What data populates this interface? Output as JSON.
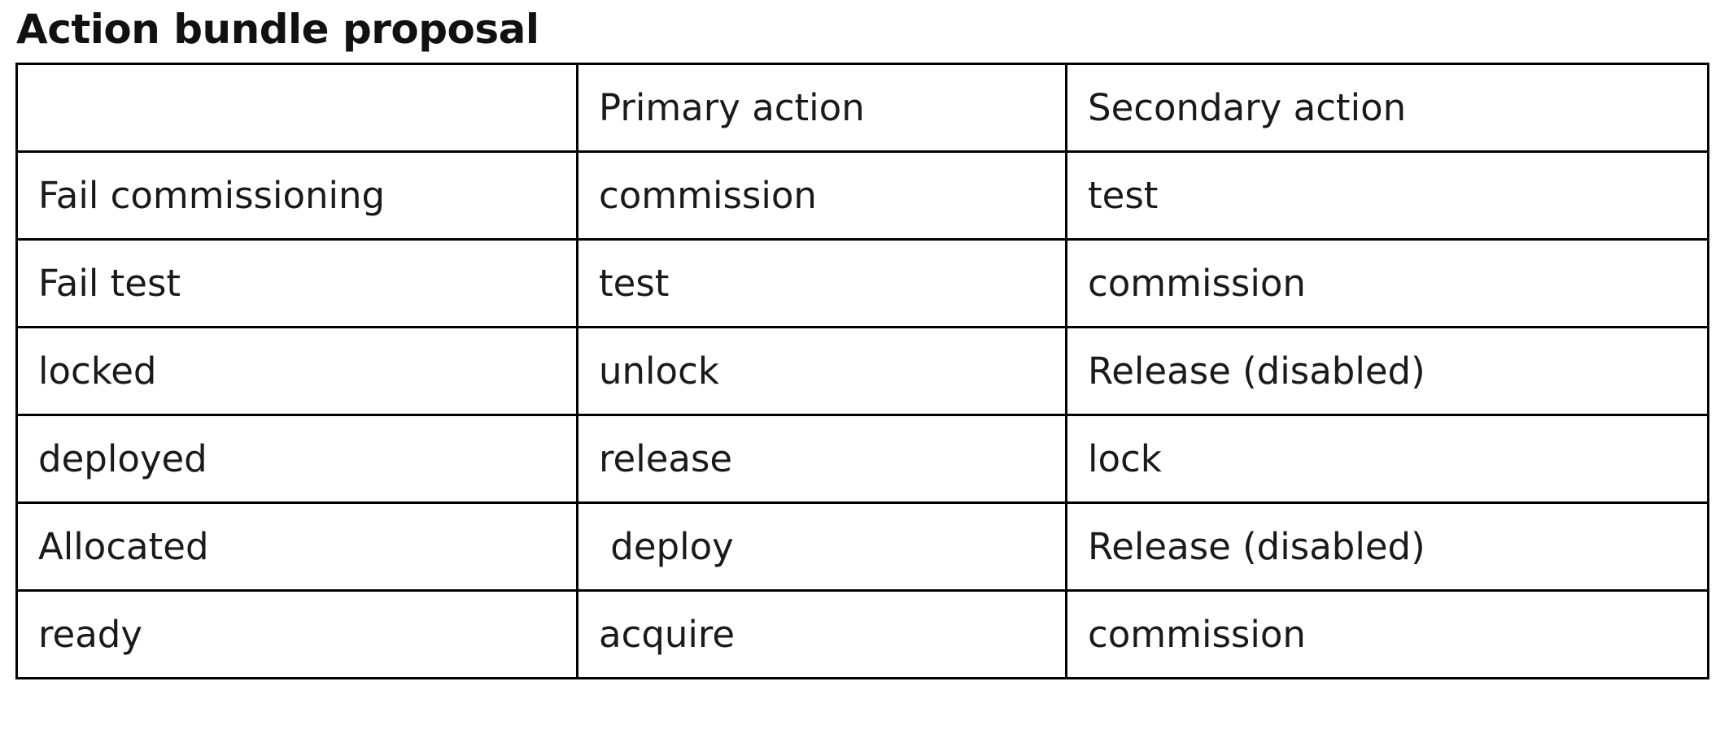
{
  "title": "Action bundle proposal",
  "table": {
    "headers": [
      "",
      "Primary action",
      "Secondary action"
    ],
    "rows": [
      [
        "Fail commissioning",
        "commission",
        "test"
      ],
      [
        "Fail test",
        "test",
        "commission"
      ],
      [
        "locked",
        "unlock",
        "Release (disabled)"
      ],
      [
        "deployed",
        "release",
        "lock"
      ],
      [
        "Allocated",
        " deploy",
        "Release (disabled)"
      ],
      [
        "ready",
        "acquire",
        "commission"
      ]
    ]
  },
  "colors": {
    "text": "#1a1a1a",
    "border": "#000000",
    "background": "#ffffff"
  }
}
